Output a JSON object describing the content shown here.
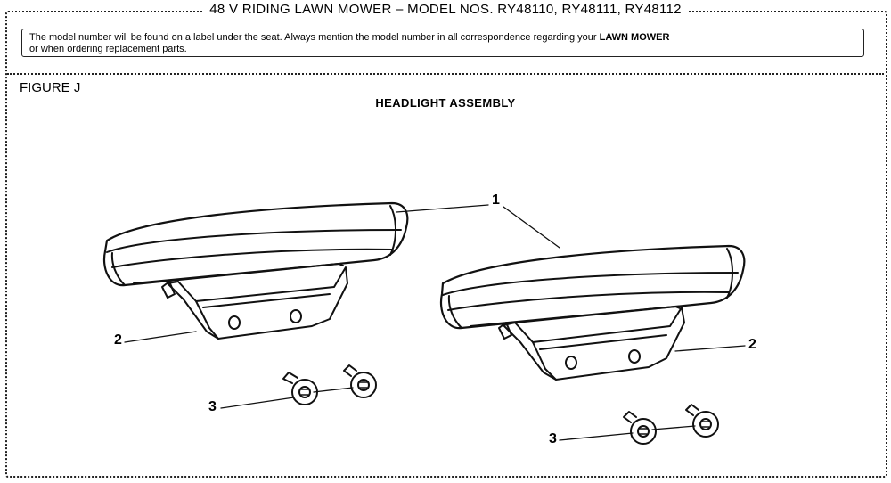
{
  "header": {
    "title": "48 V RIDING LAWN MOWER – MODEL NOS. RY48110, RY48111, RY48112"
  },
  "notice": {
    "text_before": "The model number will be found on a label under the seat. Always mention the model number in all correspondence regarding your ",
    "bold_text": "LAWN MOWER",
    "text_after_line2": "or when ordering replacement parts."
  },
  "figure": {
    "label": "FIGURE J",
    "title": "HEADLIGHT ASSEMBLY"
  },
  "callouts": {
    "c1": "1",
    "c2_left": "2",
    "c2_right": "2",
    "c3_left": "3",
    "c3_right": "3"
  }
}
